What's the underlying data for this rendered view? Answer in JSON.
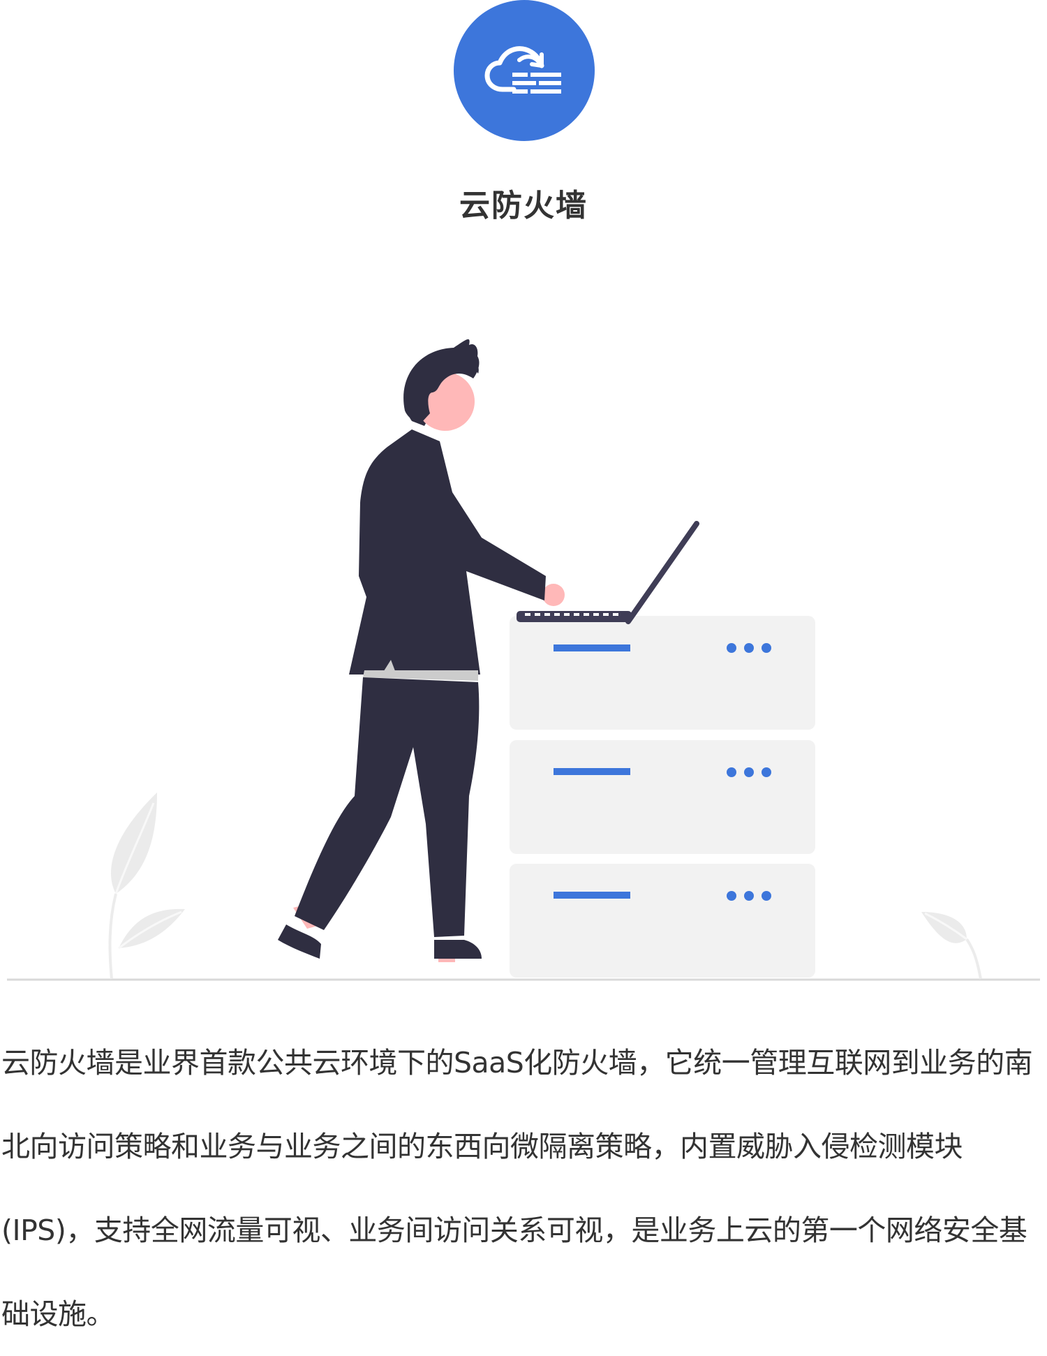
{
  "header": {
    "icon": "cloud-firewall-icon",
    "title": "云防火墙"
  },
  "illustration": {
    "icon": "person-at-server-rack-illustration"
  },
  "description": {
    "text": "云防火墙是业界首款公共云环境下的SaaS化防火墙，它统一管理互联网到业务的南北向访问策略和业务与业务之间的东西向微隔离策略，内置威胁入侵检测模块(IPS)，支持全网流量可视、业务间访问关系可视，是业务上云的第一个网络安全基础设施。"
  },
  "colors": {
    "accent": "#3d76db",
    "text": "#333333",
    "figure_dark": "#2f2e41",
    "skin": "#ffb8b8",
    "panel": "#f2f2f2",
    "ground": "#d9d9d9"
  }
}
